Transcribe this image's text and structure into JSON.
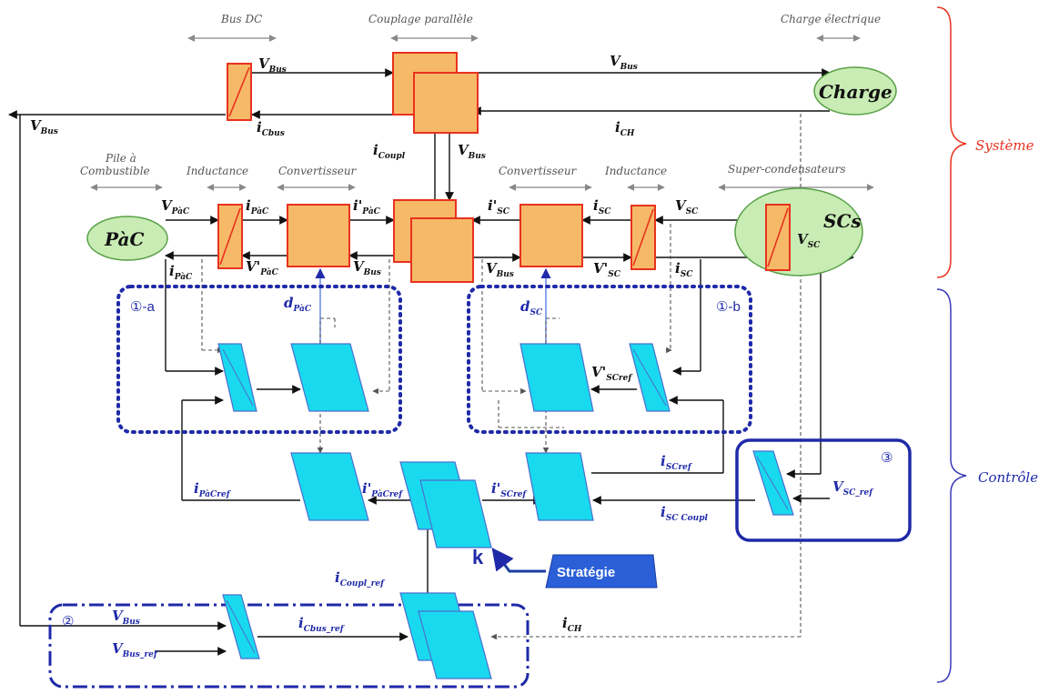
{
  "headers": {
    "bus_dc": "Bus DC",
    "couplage": "Couplage parallèle",
    "charge_elec": "Charge électrique",
    "pile_1": "Pile à",
    "pile_2": "Combustible",
    "inductance_left": "Inductance",
    "convertisseur_left": "Convertisseur",
    "convertisseur_right": "Convertisseur",
    "inductance_right": "Inductance",
    "supercond": "Super-condensateurs"
  },
  "sides": {
    "systeme": "Système",
    "controle": "Contrôle"
  },
  "sources": {
    "pac": "PàC",
    "charge": "Charge",
    "scs": "SCs"
  },
  "signals": {
    "v_bus_top": "V",
    "v_bus_top_sub": "Bus",
    "v_bus_charge": "V",
    "v_bus_charge_sub": "Bus",
    "v_bus_left": "V",
    "v_bus_left_sub": "Bus",
    "i_cbus": "i",
    "i_cbus_sub": "Cbus",
    "i_ch": "i",
    "i_ch_sub": "CH",
    "i_coupl": "i",
    "i_coupl_sub": "Coupl",
    "v_bus_mid": "V",
    "v_bus_mid_sub": "Bus",
    "v_pac": "V",
    "v_pac_sub": "PàC",
    "i_pac_1": "i",
    "i_pac_1_sub": "PàC",
    "i_pac_prime": "i'",
    "i_pac_prime_sub": "PàC",
    "i_pac_2": "i",
    "i_pac_2_sub": "PàC",
    "v_pac_prime": "V'",
    "v_pac_prime_sub": "PàC",
    "v_bus_l2": "V",
    "v_bus_l2_sub": "Bus",
    "i_sc_prime": "i'",
    "i_sc_prime_sub": "SC",
    "i_sc": "i",
    "i_sc_sub": "SC",
    "v_sc": "V",
    "v_sc_sub": "SC",
    "v_bus_r2": "V",
    "v_bus_r2_sub": "Bus",
    "v_sc_prime": "V'",
    "v_sc_prime_sub": "SC",
    "i_sc_2": "i",
    "i_sc_2_sub": "SC",
    "v_sc_2": "V",
    "v_sc_2_sub": "SC"
  },
  "control": {
    "zone_1a": "①-a",
    "zone_1b": "①-b",
    "zone_2": "②",
    "zone_3": "③",
    "d_pac": "d",
    "d_pac_sub": "PàC",
    "d_sc": "d",
    "d_sc_sub": "SC",
    "v_sc_ref_prime": "V'",
    "v_sc_ref_prime_sub": "SCref",
    "i_pac_ref": "i",
    "i_pac_ref_sub": "PàCref",
    "i_pac_ref_prime": "i'",
    "i_pac_ref_prime_sub": "PàCref",
    "i_sc_ref_prime": "i'",
    "i_sc_ref_prime_sub": "SCref",
    "i_sc_ref": "i",
    "i_sc_ref_sub": "SCref",
    "i_sc_coupl": "i",
    "i_sc_coupl_sub": "SC Coupl",
    "v_sc_ref": "V",
    "v_sc_ref_sub": "SC_ref",
    "i_coupl_ref": "i",
    "i_coupl_ref_sub": "Coupl_ref",
    "v_bus_c": "V",
    "v_bus_c_sub": "Bus",
    "v_bus_ref": "V",
    "v_bus_ref_sub": "Bus_ref",
    "i_cbus_ref": "i",
    "i_cbus_ref_sub": "Cbus_ref",
    "i_ch_c": "i",
    "i_ch_c_sub": "CH",
    "strategie": "Stratégie",
    "k": "k"
  },
  "colors": {
    "orange": "#f6b968",
    "cyan": "#19d9ee",
    "green": "#c8ecb4",
    "red_side": "#e8321e",
    "blue_side": "#1f2aa8"
  }
}
